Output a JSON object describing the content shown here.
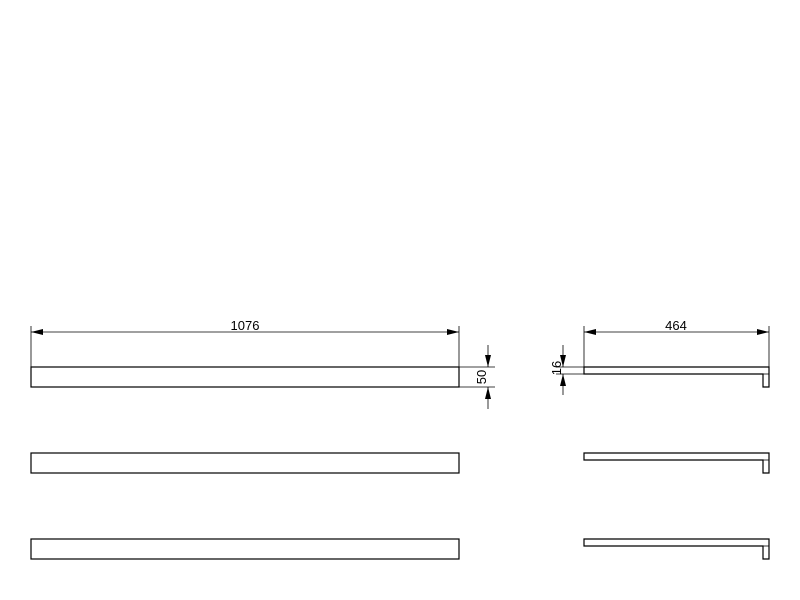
{
  "drawing": {
    "dimensions": {
      "length": "1076",
      "depth": "464",
      "height": "50",
      "thickness": "16"
    },
    "front_views": [
      "front-view-1",
      "front-view-2",
      "front-view-3"
    ],
    "side_views": [
      "side-view-1",
      "side-view-2",
      "side-view-3"
    ],
    "line_color": "#000000",
    "background": "#ffffff"
  }
}
